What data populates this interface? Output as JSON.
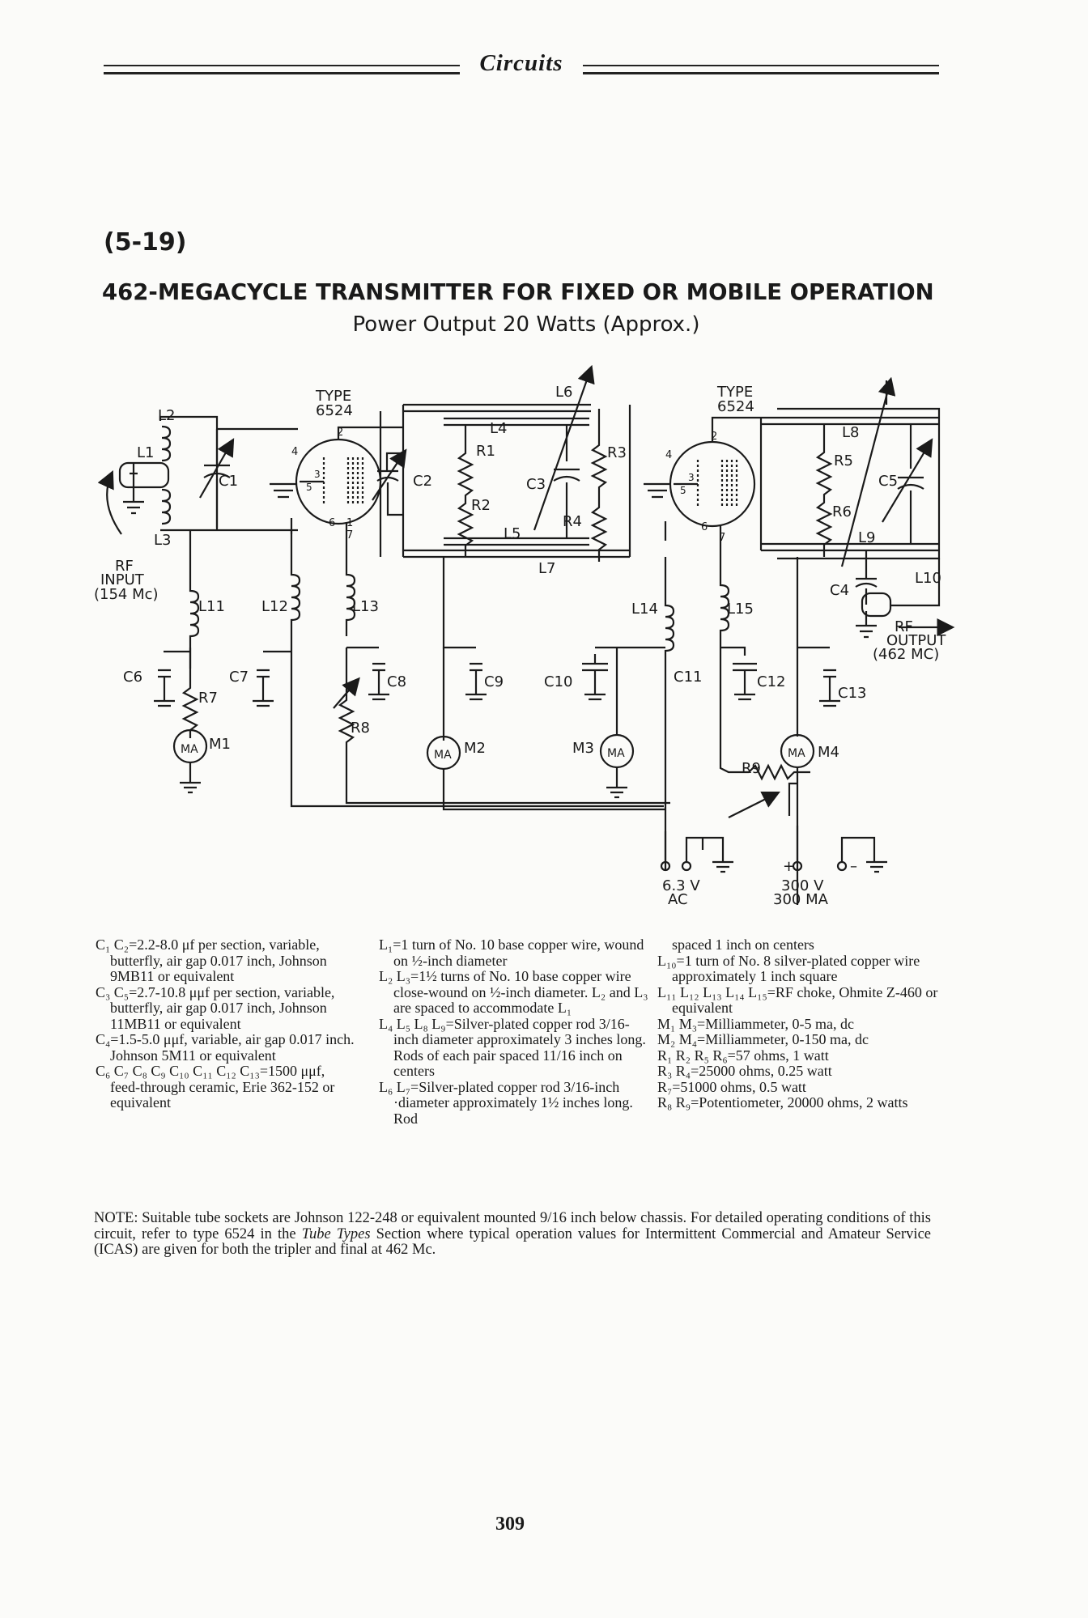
{
  "header": {
    "section": "Circuits"
  },
  "figure": {
    "number": "(5-19)",
    "title": "462-MEGACYCLE TRANSMITTER FOR FIXED OR MOBILE OPERATION",
    "subtitle": "Power Output 20 Watts (Approx.)"
  },
  "schematic": {
    "labels": {
      "type1": "TYPE",
      "tube1": "6524",
      "type2": "TYPE",
      "tube2": "6524",
      "L1": "L1",
      "L2": "L2",
      "L3": "L3",
      "L4": "L4",
      "L5": "L5",
      "L6": "L6",
      "L7": "L7",
      "L8": "L8",
      "L9": "L9",
      "L10": "L10",
      "L11": "L11",
      "L12": "L12",
      "L13": "L13",
      "L14": "L14",
      "L15": "L15",
      "C1": "C1",
      "C2": "C2",
      "C3": "C3",
      "C4": "C4",
      "C5": "C5",
      "C6": "C6",
      "C7": "C7",
      "C8": "C8",
      "C9": "C9",
      "C10": "C10",
      "C11": "C11",
      "C12": "C12",
      "C13": "C13",
      "R1": "R1",
      "R2": "R2",
      "R3": "R3",
      "R4": "R4",
      "R5": "R5",
      "R6": "R6",
      "R7": "R7",
      "R8": "R8",
      "R9": "R9",
      "M1": "M1",
      "M2": "M2",
      "M3": "M3",
      "M4": "M4",
      "MA": "MA",
      "rf_in_1": "RF",
      "rf_in_2": "INPUT",
      "rf_in_3": "(154 Mc)",
      "rf_out_1": "RF",
      "rf_out_2": "OUTPUT",
      "rf_out_3": "(462 MC)",
      "supply1_v": "6.3 V",
      "supply1_t": "AC",
      "supply2_v": "300 V",
      "supply2_i": "300 MA",
      "plus": "+",
      "minus": "–",
      "pin2": "2",
      "pin3": "3",
      "pin4": "4",
      "pin5": "5",
      "pin6": "6",
      "pin7": "7",
      "pin1": "1"
    }
  },
  "parts_list": {
    "col1": [
      "C₁ C₂=2.2-8.0 μf per section, variable, butterfly, air gap 0.017 inch, Johnson 9MB11 or equivalent",
      "C₃ C₅=2.7-10.8 μμf per section, variable, butterfly, air gap 0.017 inch, Johnson 11MB11 or equivalent",
      "C₄=1.5-5.0 μμf, variable, air gap 0.017 inch. Johnson 5M11 or equivalent",
      "C₆ C₇ C₈ C₉ C₁₀ C₁₁ C₁₂ C₁₃=1500 μμf, feed-through ceramic, Erie 362-152 or equivalent"
    ],
    "col2": [
      "L₁=1 turn of No. 10 base copper wire, wound on ½-inch diameter",
      "L₂ L₃=1½ turns of No. 10 base copper wire close-wound on ½-inch diameter. L₂ and L₃ are spaced to accommodate L₁",
      "L₄ L₅ L₈ L₉=Silver-plated copper rod 3/16-inch diameter approximately 3 inches long. Rods of each pair spaced 11/16 inch on centers",
      "L₆ L₇=Silver-plated copper rod 3/16-inch ·diameter approximately 1½ inches long. Rod"
    ],
    "col3_continuation": "spaced 1 inch on centers",
    "col3": [
      "L₁₀=1 turn of No. 8 silver-plated copper wire approximately 1 inch square",
      "L₁₁ L₁₂ L₁₃ L₁₄ L₁₅=RF choke, Ohmite Z-460 or equivalent",
      "M₁ M₃=Milliammeter, 0-5 ma, dc",
      "M₂ M₄=Milliammeter, 0-150 ma, dc",
      "R₁ R₂ R₅ R₆=57 ohms, 1 watt",
      "R₃ R₄=25000 ohms, 0.25 watt",
      "R₇=51000 ohms, 0.5 watt",
      "R₈ R₉=Potentiometer, 20000 ohms, 2 watts"
    ]
  },
  "note": {
    "before": "NOTE: Suitable tube sockets are Johnson 122-248 or equivalent mounted 9/16 inch below chassis. For detailed operating conditions of this circuit, refer to type 6524 in the ",
    "emph": "Tube Types",
    "after": " Section where typical operation values for Intermittent Commercial and Amateur Service (ICAS) are given for both the tripler and final at 462 Mc."
  },
  "page_number": "309"
}
